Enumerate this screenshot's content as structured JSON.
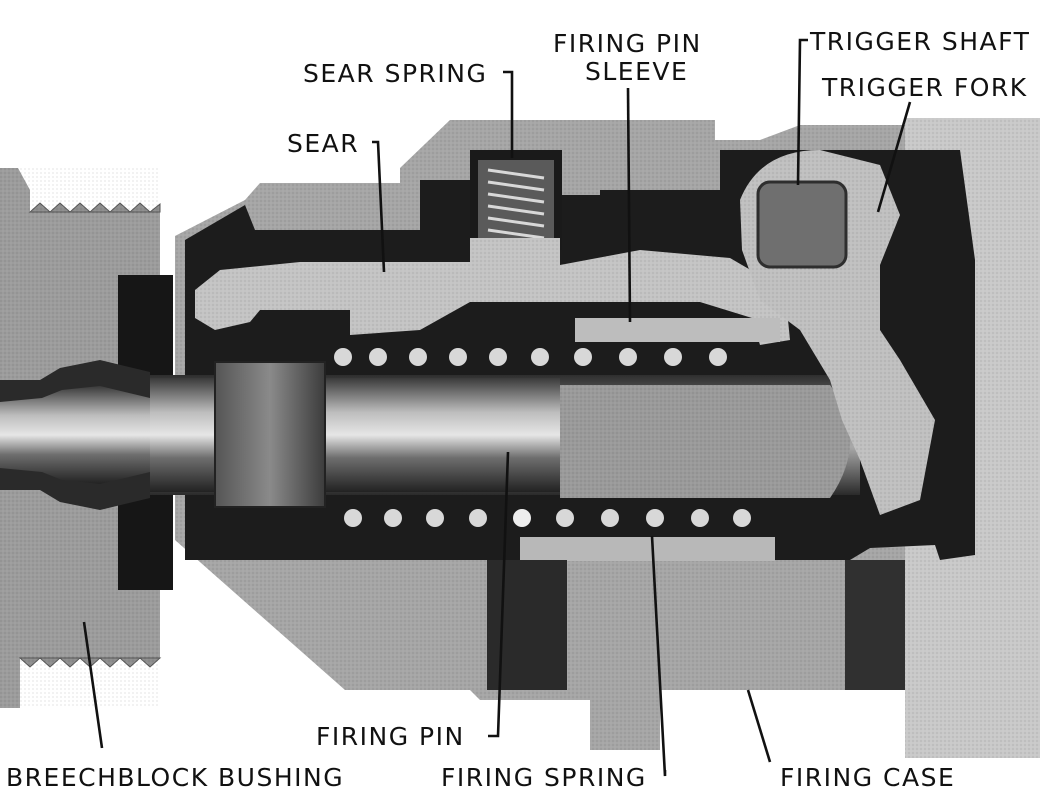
{
  "labels": {
    "sear_spring": "SEAR SPRING",
    "firing_pin_sleeve_line1": "FIRING PIN",
    "firing_pin_sleeve_line2": "SLEEVE",
    "trigger_shaft": "TRIGGER SHAFT",
    "trigger_fork": "TRIGGER FORK",
    "sear": "SEAR",
    "firing_pin": "FIRING PIN",
    "breechblock_bushing": "BREECHBLOCK BUSHING",
    "firing_spring": "FIRING SPRING",
    "firing_case": "FIRING CASE"
  },
  "colors": {
    "background": "#ffffff",
    "case_gray": "#a6a6a6",
    "bushing_gray": "#9c9c9c",
    "cavity_dark": "#1c1c1c",
    "part_light": "#c4c4c4",
    "coil_light": "#d8d8d8",
    "label_ink": "#111111"
  }
}
